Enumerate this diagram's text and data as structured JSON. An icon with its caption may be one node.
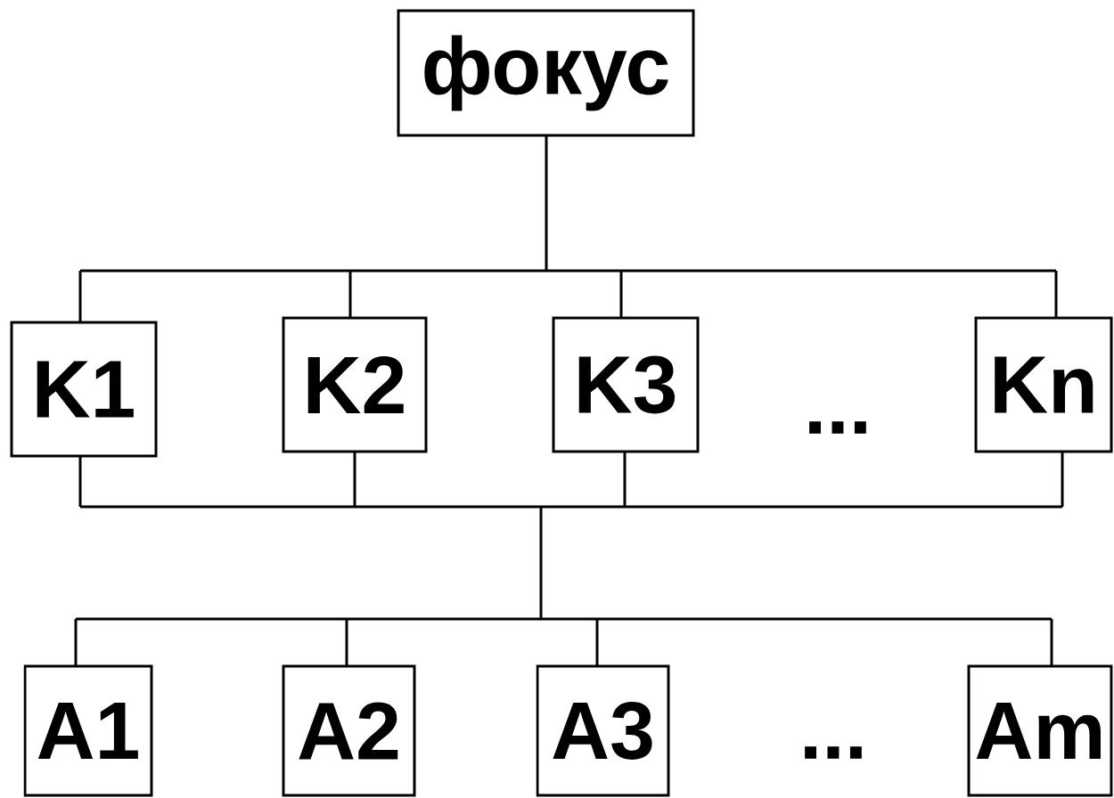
{
  "diagram": {
    "nodes": [
      {
        "text": [
          "фокус"
        ]
      },
      {
        "text": [
          "K1"
        ]
      },
      {
        "text": [
          "K2"
        ]
      },
      {
        "text": [
          "K3"
        ]
      },
      {
        "text": [
          "Kn"
        ]
      },
      {
        "text": [
          "A1"
        ]
      },
      {
        "text": [
          "A2"
        ]
      },
      {
        "text": [
          "A3"
        ]
      },
      {
        "text": [
          "Am"
        ]
      }
    ],
    "edges": [
      {
        "from": 0,
        "to": 1,
        "arrow": "none"
      },
      {
        "from": 0,
        "to": 2,
        "arrow": "none"
      },
      {
        "from": 0,
        "to": 3,
        "arrow": "none"
      },
      {
        "from": 0,
        "to": 4,
        "arrow": "none"
      },
      {
        "from": 1,
        "to": 5,
        "arrow": "none"
      },
      {
        "from": 1,
        "to": 6,
        "arrow": "none"
      },
      {
        "from": 1,
        "to": 7,
        "arrow": "none"
      },
      {
        "from": 1,
        "to": 8,
        "arrow": "none"
      },
      {
        "from": 2,
        "to": 5,
        "arrow": "none"
      },
      {
        "from": 2,
        "to": 6,
        "arrow": "none"
      },
      {
        "from": 2,
        "to": 7,
        "arrow": "none"
      },
      {
        "from": 2,
        "to": 8,
        "arrow": "none"
      },
      {
        "from": 3,
        "to": 5,
        "arrow": "none"
      },
      {
        "from": 3,
        "to": 6,
        "arrow": "none"
      },
      {
        "from": 3,
        "to": 7,
        "arrow": "none"
      },
      {
        "from": 3,
        "to": 8,
        "arrow": "none"
      },
      {
        "from": 4,
        "to": 5,
        "arrow": "none"
      },
      {
        "from": 4,
        "to": 6,
        "arrow": "none"
      },
      {
        "from": 4,
        "to": 7,
        "arrow": "none"
      },
      {
        "from": 4,
        "to": 8,
        "arrow": "none"
      }
    ],
    "labels": [
      "...",
      "..."
    ]
  }
}
